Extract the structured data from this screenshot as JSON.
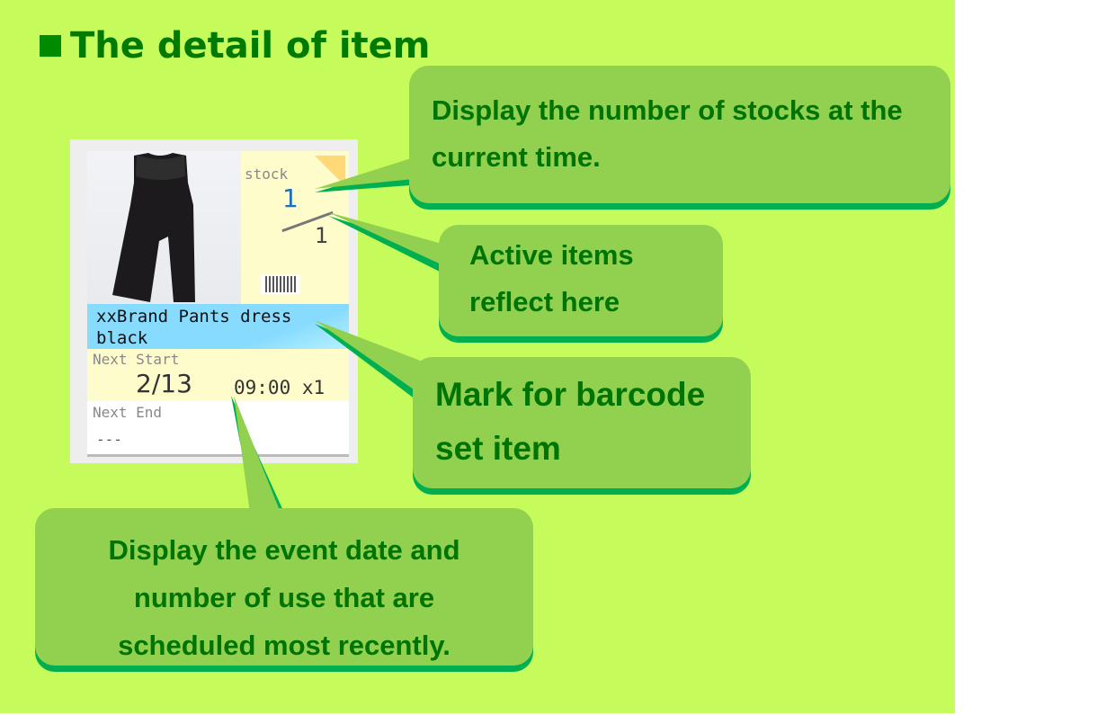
{
  "title": "The detail of item",
  "item": {
    "stock_label": "stock",
    "stock_current": "1",
    "stock_total": "1",
    "name": "xxBrand Pants dress black",
    "next_start_label": "Next Start",
    "next_start_date": "2/13",
    "next_start_time": "09:00 x1",
    "next_end_label": "Next End",
    "next_end_value": "---"
  },
  "callouts": {
    "stocks": "Display the number of stocks at the current time.",
    "active": "Active items reflect here",
    "barcode": "Mark for barcode set item",
    "event": "Display the event date and number of use that are scheduled most recently."
  },
  "colors": {
    "background": "#c6fb5c",
    "bubble": "#92d050",
    "bubble_shadow": "#00b050",
    "text": "#007400"
  }
}
